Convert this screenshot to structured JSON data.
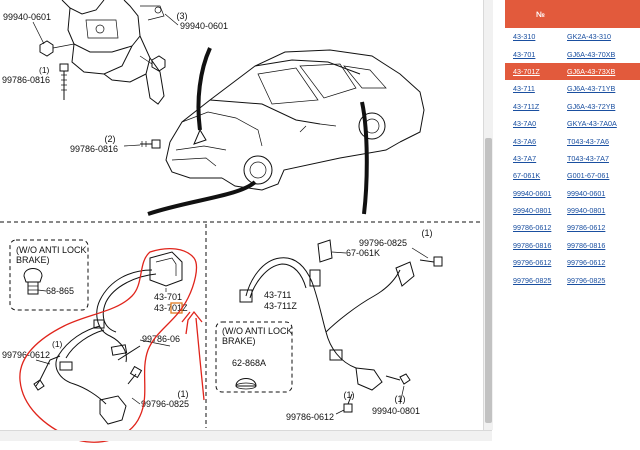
{
  "diagram": {
    "top_callouts": [
      {
        "id": "a",
        "text": "99940-0601"
      },
      {
        "id": "b",
        "qty": "(3)",
        "text": "99940-0601"
      },
      {
        "id": "c",
        "text": "99786-0816"
      },
      {
        "id": "d",
        "qty": "(2)",
        "text": "99786-0816"
      }
    ],
    "left_panel": {
      "note_line1": "(W/O ANTI LOCK",
      "note_line2": "BRAKE)",
      "note_part": "68-865",
      "sensor_part_1": "43-701",
      "sensor_part_2": "43-701Z",
      "bolt_left": "99796-0612",
      "bolt_mid": "99786-06",
      "bolt_bottom_qty": "(1)",
      "bolt_bottom": "99796-0825"
    },
    "right_panel": {
      "bolt_top_qty": "(1)",
      "bolt_top": "99796-0825",
      "bracket": "67-061K",
      "sensor_part_1": "43-711",
      "sensor_part_2": "43-711Z",
      "note_line1": "(W/O ANTI LOCK",
      "note_line2": "BRAKE)",
      "note_part": "62-868A",
      "bolt_bottom_qty": "(1)",
      "bolt_bottom": "99786-0612",
      "nut_qty": "(1)",
      "nut": "99940-0801"
    }
  },
  "parts_table": {
    "header": "№",
    "selected_index": 2,
    "rows": [
      {
        "code": "43-310",
        "part": "GK2A-43-310"
      },
      {
        "code": "43-701",
        "part": "GJ6A-43-70XB"
      },
      {
        "code": "43-701Z",
        "part": "GJ6A-43-73XB"
      },
      {
        "code": "43-711",
        "part": "GJ6A-43-71YB"
      },
      {
        "code": "43-711Z",
        "part": "GJ6A-43-72YB"
      },
      {
        "code": "43-7A0",
        "part": "GKYA-43-7A0A"
      },
      {
        "code": "43-7A6",
        "part": "T043-43-7A6"
      },
      {
        "code": "43-7A7",
        "part": "T043-43-7A7"
      },
      {
        "code": "67-061K",
        "part": "G001-67-061"
      },
      {
        "code": "99940-0601",
        "part": "99940-0601"
      },
      {
        "code": "99940-0801",
        "part": "99940-0801"
      },
      {
        "code": "99786-0612",
        "part": "99786-0612"
      },
      {
        "code": "99786-0816",
        "part": "99786-0816"
      },
      {
        "code": "99796-0612",
        "part": "99796-0612"
      },
      {
        "code": "99796-0825",
        "part": "99796-0825"
      }
    ]
  },
  "colors": {
    "accent": "#e25a3c",
    "link": "#1a4fa0",
    "annotation": "#e0241b"
  }
}
